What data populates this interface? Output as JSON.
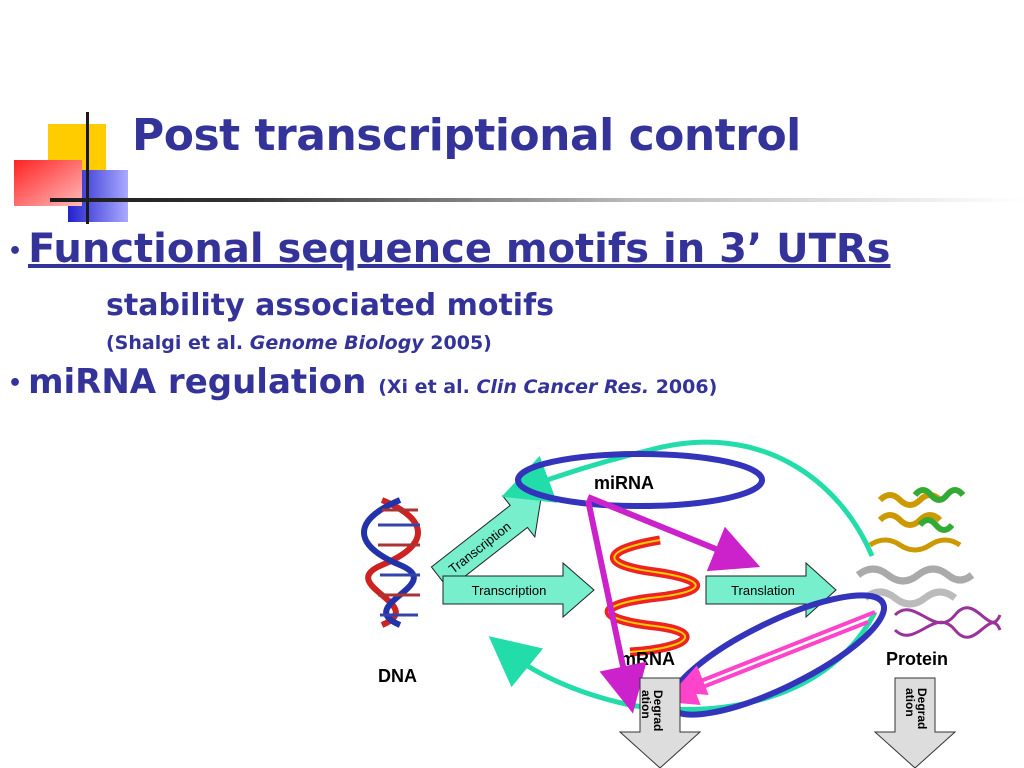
{
  "slide": {
    "title": "Post transcriptional control",
    "bullet1": "Functional sequence motifs in 3’ UTRs",
    "sub1": "stability associated motifs",
    "ref1": {
      "open": "(Shalgi et al. ",
      "journal": "Genome Biology",
      "close": " 2005)"
    },
    "bullet2": "miRNA regulation ",
    "ref2": {
      "open": "(Xi et al. ",
      "journal": "Clin Cancer Res.",
      "close": " 2006)"
    }
  },
  "diagram": {
    "label_dna": "DNA",
    "label_mirna": "miRNA",
    "label_mrna": "mRNA",
    "label_protein": "Protein",
    "arrow_transcription_diag": "Transcription",
    "arrow_transcription": "Transcription",
    "arrow_translation": "Translation",
    "degrad_mrna_line1": "Degrad",
    "degrad_mrna_line2": "ation",
    "degrad_protein_line1": "Degrad",
    "degrad_protein_line2": "ation"
  },
  "colors": {
    "title": "#333399",
    "teal_arrow": "#22ddaa",
    "magenta_arrow": "#cc22cc",
    "ellipse": "#3333bb",
    "arrow_fill": "#77eecc"
  }
}
